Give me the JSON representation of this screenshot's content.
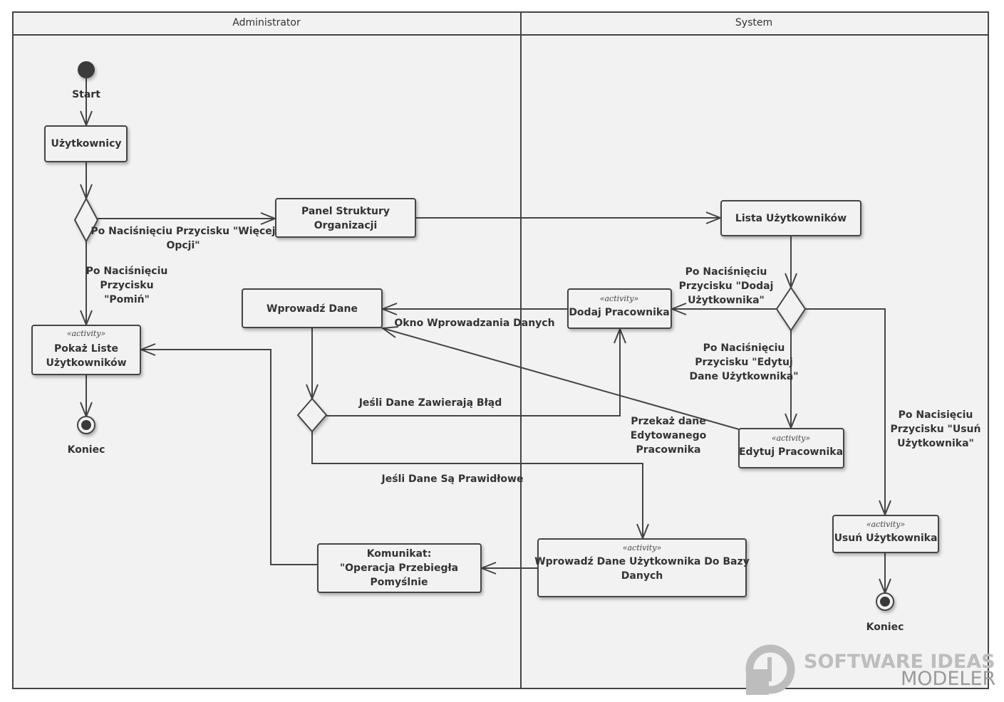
{
  "lanes": [
    {
      "title": "Administrator"
    },
    {
      "title": "System"
    }
  ],
  "stereotype": "«activity»",
  "nodes": {
    "start": {
      "label": "Start"
    },
    "end_admin": {
      "label": "Koniec"
    },
    "end_system": {
      "label": "Koniec"
    },
    "uzytkownicy": {
      "lines": [
        "Użytkownicy"
      ]
    },
    "panel": {
      "lines": [
        "Panel Struktury",
        "Organizacji"
      ]
    },
    "lista": {
      "lines": [
        "Lista Użytkowników"
      ]
    },
    "wprowadz": {
      "lines": [
        "Wprowadź Dane"
      ]
    },
    "dodaj": {
      "lines": [
        "Dodaj Pracownika"
      ]
    },
    "pokaz": {
      "lines": [
        "Pokaż Liste",
        "Użytkowników"
      ]
    },
    "edytuj": {
      "lines": [
        "Edytuj Pracownika"
      ]
    },
    "usun": {
      "lines": [
        "Usuń Użytkownika"
      ]
    },
    "komunikat": {
      "lines": [
        "Komunikat:",
        "\"Operacja Przebiegła",
        "Pomyślnie"
      ]
    },
    "wprowadz_db": {
      "lines": [
        "Wprowadź Dane Użytkownika Do Bazy",
        "Danych"
      ]
    }
  },
  "edge_labels": {
    "wiecej": [
      "Po Naciśnięciu Przycisku \"Więcej",
      "Opcji\""
    ],
    "pomin": [
      "Po Naciśnięciu",
      "Przycisku",
      "\"Pomiń\""
    ],
    "dodaj": [
      "Po Naciśnięciu",
      "Przycisku \"Dodaj",
      "Użytkownika\""
    ],
    "edytuj": [
      "Po Naciśnięciu",
      "Przycisku \"Edytuj",
      "Dane Użytkownika\""
    ],
    "usun": [
      "Po Nacisięciu",
      "Przycisku \"Usuń",
      "Użytkownika\""
    ],
    "okno": [
      "Okno Wprowadzania Danych"
    ],
    "blad": [
      "Jeśli Dane Zawierają Błąd"
    ],
    "prawidlowe": [
      "Jeśli Dane Są Prawidłowe"
    ],
    "przekaz": [
      "Przekaż dane",
      "Edytowanego",
      "Pracownika"
    ]
  },
  "logo": {
    "main": "SOFTWARE IDEAS",
    "sub": "MODELER"
  },
  "colors": {
    "background": "#f2f2f2",
    "stroke": "#444444",
    "node_fill": "#f2f2f2",
    "logo": "#bdbdbd"
  }
}
